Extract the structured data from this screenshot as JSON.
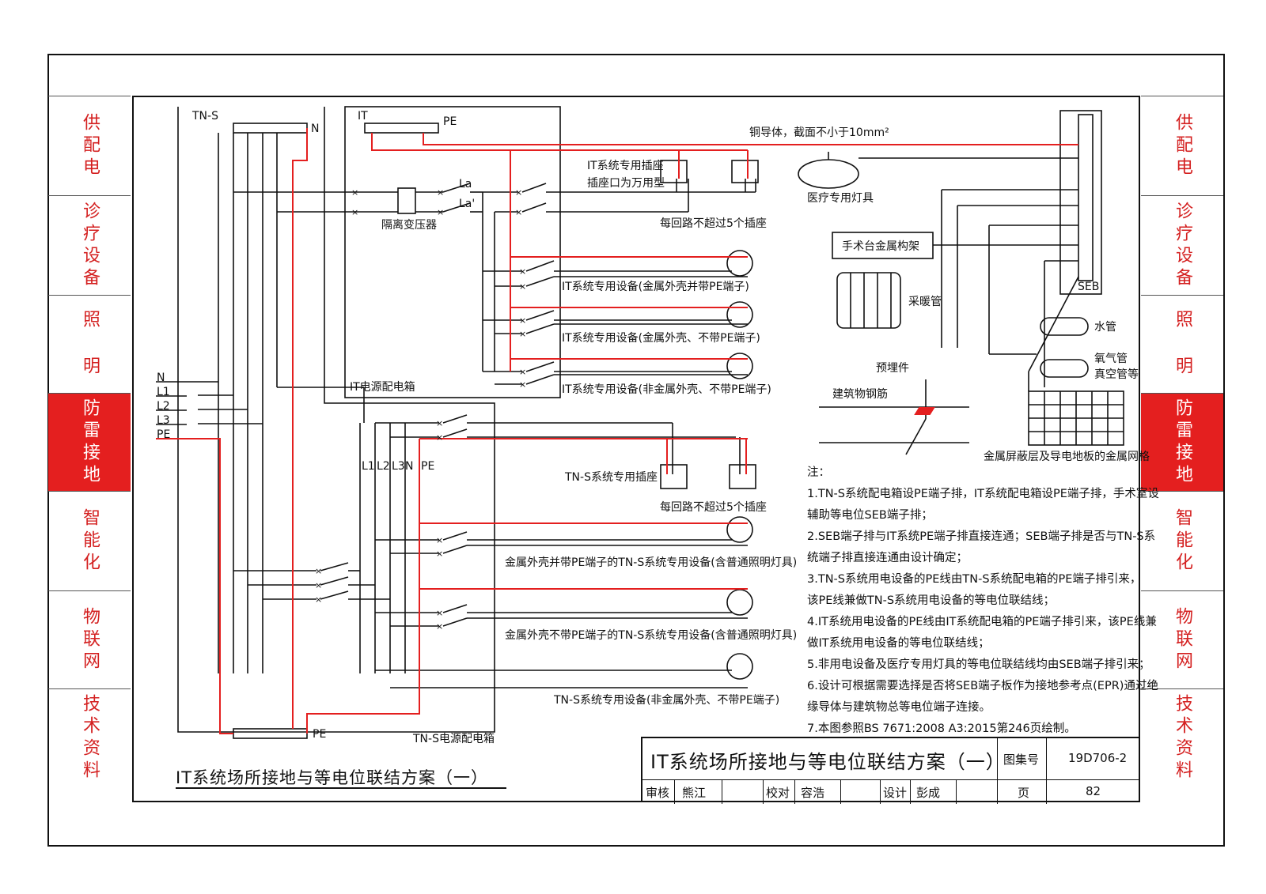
{
  "side_tabs": [
    {
      "label": "供配电",
      "active": false
    },
    {
      "label": "诊疗设备",
      "active": false
    },
    {
      "label": "照 明",
      "active": false
    },
    {
      "label": "防雷接地",
      "active": true
    },
    {
      "label": "智能化",
      "active": false
    },
    {
      "label": "物联网",
      "active": false
    },
    {
      "label": "技术资料",
      "active": false
    }
  ],
  "diagram": {
    "tns_label": "TN-S",
    "n_label": "N",
    "it_label": "IT",
    "pe_label": "PE",
    "la_label": "La",
    "la2_label": "La'",
    "transformer_label": "隔离变压器",
    "it_box_label": "IT电源配电箱",
    "tns_box_label": "TN-S电源配电箱",
    "incoming": [
      "N",
      "L1",
      "L2",
      "L3",
      "PE"
    ],
    "bus_labels": [
      "L1",
      "L2",
      "L3",
      "N",
      "PE"
    ],
    "pe_bottom": "PE",
    "it_socket_label_1": "IT系统专用插座",
    "it_socket_label_2": "插座口为万用型",
    "max5_label": "每回路不超过5个插座",
    "it_dev_1": "IT系统专用设备(金属外壳并带PE端子)",
    "it_dev_2": "IT系统专用设备(金属外壳、不带PE端子)",
    "it_dev_3": "IT系统专用设备(非金属外壳、不带PE端子)",
    "tns_socket_label": "TN-S系统专用插座",
    "tns_dev_1": "金属外壳并带PE端子的TN-S系统专用设备(含普通照明灯具)",
    "tns_dev_2": "金属外壳不带PE端子的TN-S系统专用设备(含普通照明灯具)",
    "tns_dev_3": "TN-S系统专用设备(非金属外壳、不带PE端子)",
    "copper_label": "铜导体，截面不小于10mm²",
    "lamp_label": "医疗专用灯具",
    "frame_label": "手术台金属构架",
    "heater_label": "采暖管",
    "seb_label": "SEB",
    "water_label": "水管",
    "gas_label_1": "氧气管",
    "gas_label_2": "真空管等",
    "embed_label": "预埋件",
    "rebar_label": "建筑物钢筋",
    "mesh_label": "金属屏蔽层及导电地板的金属网格"
  },
  "notes": [
    "注：",
    "1.TN-S系统配电箱设PE端子排，IT系统配电箱设PE端子排，手术室设",
    "  辅助等电位SEB端子排；",
    "2.SEB端子排与IT系统PE端子排直接连通；SEB端子排是否与TN-S系",
    "  统端子排直接连通由设计确定；",
    "3.TN-S系统用电设备的PE线由TN-S系统配电箱的PE端子排引来，",
    "  该PE线兼做TN-S系统用电设备的等电位联结线；",
    "4.IT系统用电设备的PE线由IT系统配电箱的PE端子排引来，该PE线兼",
    "  做IT系统用电设备的等电位联结线；",
    "5.非用电设备及医疗专用灯具的等电位联结线均由SEB端子排引来；",
    "6.设计可根据需要选择是否将SEB端子板作为接地参考点(EPR)通过绝",
    "  缘导体与建筑物总等电位端子连接。",
    "7.本图参照BS  7671:2008  A3:2015第246页绘制。"
  ],
  "title_block": {
    "title": "IT系统场所接地与等电位联结方案（一）",
    "atlas_no_label": "图集号",
    "atlas_no": "19D706-2",
    "review_label": "审核",
    "reviewer": "熊江",
    "check_label": "校对",
    "checker": "容浩",
    "design_label": "设计",
    "designer": "彭成",
    "page_label": "页",
    "page": "82"
  },
  "drawing_title": "IT系统场所接地与等电位联结方案（一）",
  "colors": {
    "red": "#e41f1f",
    "line": "#111111"
  }
}
